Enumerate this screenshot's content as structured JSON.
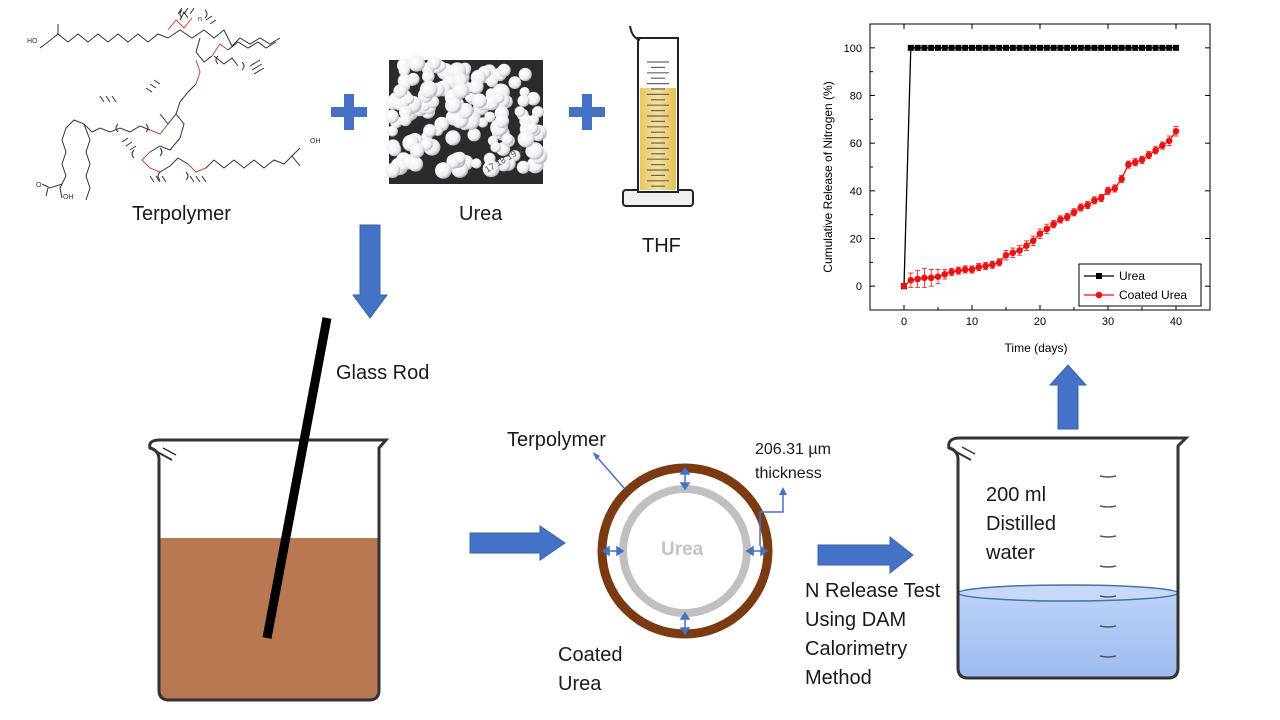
{
  "reagents": {
    "terpolymer_label": "Terpolymer",
    "urea_label": "Urea",
    "thf_label": "THF",
    "structure_text": {
      "acid_oh_1": "HO",
      "acid_oh_2": "OH",
      "acid_oh_3": "OH",
      "carbonyl": "O",
      "repeat_n": "n"
    },
    "urea_photo_marks": "17 18 19 2"
  },
  "mixing": {
    "glass_rod_label": "Glass Rod",
    "solution_color": "#b87952"
  },
  "coated_particle": {
    "terpolymer_label": "Terpolymer",
    "thickness_value": "206.31 µm",
    "thickness_word": "thickness",
    "core_label": "Urea",
    "coated_label_line1": "Coated",
    "coated_label_line2": "Urea",
    "shell_color": "#7a3a12",
    "core_color": "#c0c0c0"
  },
  "release_test": {
    "line1": "N Release Test",
    "line2": "Using DAM",
    "line3": "Calorimetry",
    "line4": "Method"
  },
  "water_beaker": {
    "line1": "200 ml",
    "line2": "Distilled",
    "line3": "water",
    "water_color": "#a9c6f3"
  },
  "colors": {
    "arrow_fill": "#4472c4",
    "plus_fill": "#4472c4",
    "urea_series": "#000000",
    "coated_series": "#ee1111"
  },
  "chart_data": {
    "type": "line",
    "title": "",
    "xlabel": "Time (days)",
    "ylabel": "Cumulative Release of Nitrogen (%)",
    "xlim": [
      -5,
      45
    ],
    "ylim": [
      -10,
      110
    ],
    "xticks": [
      0,
      10,
      20,
      30,
      40
    ],
    "yticks": [
      0,
      20,
      40,
      60,
      80,
      100
    ],
    "grid": false,
    "legend_position": "bottom-right",
    "series": [
      {
        "name": "Urea",
        "marker": "square",
        "color": "#000000",
        "x": [
          0,
          1,
          2,
          3,
          4,
          5,
          6,
          7,
          8,
          9,
          10,
          11,
          12,
          13,
          14,
          15,
          16,
          17,
          18,
          19,
          20,
          21,
          22,
          23,
          24,
          25,
          26,
          27,
          28,
          29,
          30,
          31,
          32,
          33,
          34,
          35,
          36,
          37,
          38,
          39,
          40
        ],
        "y": [
          0,
          100,
          100,
          100,
          100,
          100,
          100,
          100,
          100,
          100,
          100,
          100,
          100,
          100,
          100,
          100,
          100,
          100,
          100,
          100,
          100,
          100,
          100,
          100,
          100,
          100,
          100,
          100,
          100,
          100,
          100,
          100,
          100,
          100,
          100,
          100,
          100,
          100,
          100,
          100,
          100
        ]
      },
      {
        "name": "Coated Urea",
        "marker": "circle",
        "color": "#ee1111",
        "x": [
          0,
          1,
          2,
          3,
          4,
          5,
          6,
          7,
          8,
          9,
          10,
          11,
          12,
          13,
          14,
          15,
          16,
          17,
          18,
          19,
          20,
          21,
          22,
          23,
          24,
          25,
          26,
          27,
          28,
          29,
          30,
          31,
          32,
          33,
          34,
          35,
          36,
          37,
          38,
          39,
          40
        ],
        "y": [
          0,
          2.5,
          3,
          3.5,
          3.5,
          4,
          5,
          6,
          6.5,
          7,
          7,
          8,
          8.5,
          9,
          10,
          13,
          14,
          15,
          17,
          19,
          22,
          24,
          26,
          28,
          29,
          31,
          33,
          34,
          36,
          37,
          40,
          41,
          45,
          51,
          52,
          53,
          55,
          57,
          59,
          61,
          65
        ],
        "err": [
          0,
          3,
          3.5,
          4,
          3.5,
          3,
          2,
          1.5,
          1.5,
          1.5,
          1.5,
          1.5,
          1.5,
          1.5,
          1.5,
          2,
          2,
          2,
          2,
          2,
          2,
          2,
          1.5,
          1.5,
          1.5,
          1.5,
          1.5,
          1.5,
          1.5,
          1.5,
          1.5,
          1.5,
          1.5,
          1.5,
          1.5,
          1.5,
          1.5,
          1.5,
          1.5,
          2,
          2
        ]
      }
    ]
  }
}
